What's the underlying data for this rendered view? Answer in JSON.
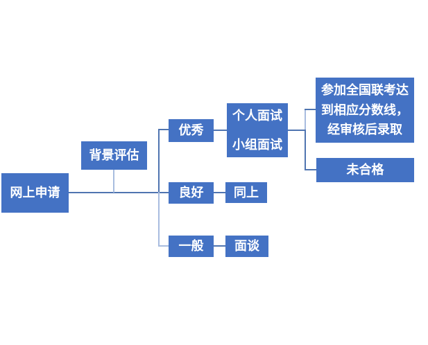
{
  "diagram": {
    "type": "flowchart",
    "colors": {
      "background": "#FFFFFF",
      "node_fill": "#4472C4",
      "node_text": "#FFFFFF",
      "connector_dark": "#4F74B0",
      "connector_light": "#A8BCDF"
    },
    "nodes": {
      "online_application": {
        "label": "网上申请"
      },
      "background_evaluation": {
        "label": "背景评估"
      },
      "excellent": {
        "label": "优秀"
      },
      "interviews": {
        "lines": [
          "个人面试",
          "小组面试"
        ]
      },
      "exam_admission": {
        "label": "参加全国联考达到相应分数线，经审核后录取"
      },
      "not_qualified": {
        "label": "未合格"
      },
      "good": {
        "label": "良好"
      },
      "same_as_above": {
        "label": "同上"
      },
      "average": {
        "label": "一般"
      },
      "talk": {
        "label": "面谈"
      }
    },
    "edges": [
      {
        "from": "online_application",
        "to": "background_evaluation"
      },
      {
        "from": "online_application",
        "to": "excellent"
      },
      {
        "from": "online_application",
        "to": "good"
      },
      {
        "from": "online_application",
        "to": "average"
      },
      {
        "from": "excellent",
        "to": "interviews"
      },
      {
        "from": "interviews",
        "to": "exam_admission"
      },
      {
        "from": "interviews",
        "to": "not_qualified"
      },
      {
        "from": "good",
        "to": "same_as_above"
      },
      {
        "from": "average",
        "to": "talk"
      }
    ]
  }
}
